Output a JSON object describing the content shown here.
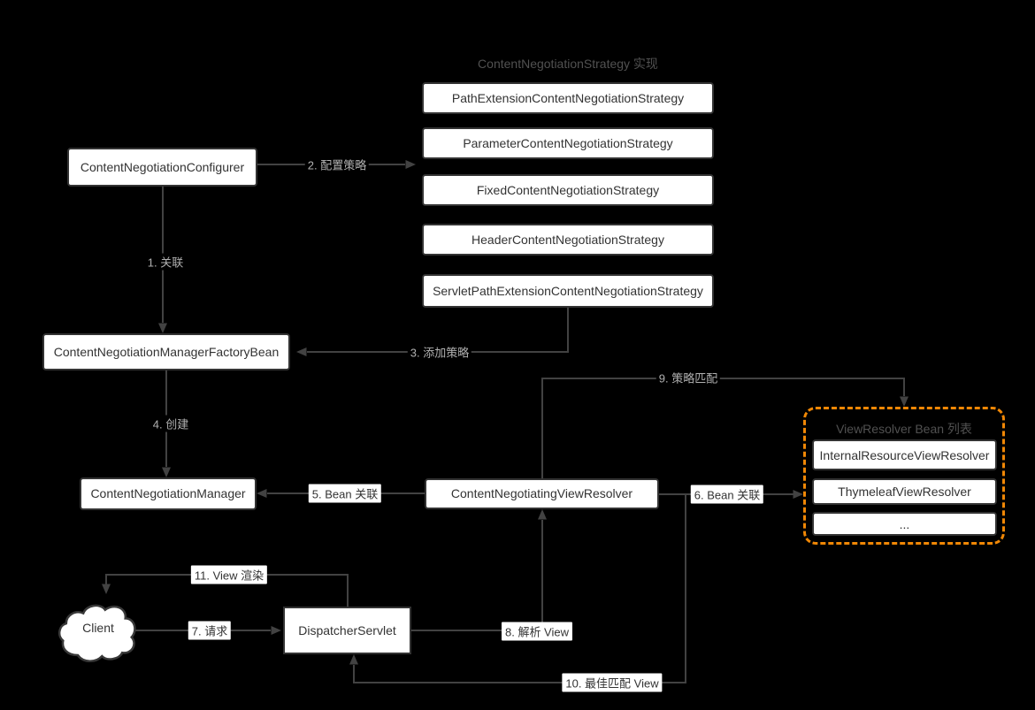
{
  "titles": {
    "strategy_group": "ContentNegotiationStrategy 实现",
    "viewresolver_group": "ViewResolver Bean 列表"
  },
  "colors": {
    "background": "#000000",
    "node_fill": "#ffffff",
    "node_border": "#333333",
    "node_text": "#333333",
    "edge_line": "#424242",
    "plain_label_text": "#b0b0b0",
    "boxed_label_bg": "#ffffff",
    "group_dashed_border": "#f08705",
    "group_title_text": "#515151"
  },
  "nodes": {
    "configurer": {
      "label": "ContentNegotiationConfigurer"
    },
    "strategy_path": {
      "label": "PathExtensionContentNegotiationStrategy"
    },
    "strategy_parameter": {
      "label": "ParameterContentNegotiationStrategy"
    },
    "strategy_fixed": {
      "label": "FixedContentNegotiationStrategy"
    },
    "strategy_header": {
      "label": "HeaderContentNegotiationStrategy"
    },
    "strategy_servlet_path": {
      "label": "ServletPathExtensionContentNegotiationStrategy"
    },
    "factory_bean": {
      "label": "ContentNegotiationManagerFactoryBean"
    },
    "manager": {
      "label": "ContentNegotiationManager"
    },
    "negotiating_view_resolver": {
      "label": "ContentNegotiatingViewResolver"
    },
    "dispatcher_servlet": {
      "label": "DispatcherServlet"
    },
    "client": {
      "label": "Client"
    },
    "internal_resource_view_resolver": {
      "label": "InternalResourceViewResolver"
    },
    "thymeleaf_view_resolver": {
      "label": "ThymeleafViewResolver"
    },
    "more_resolvers": {
      "label": "..."
    }
  },
  "edges": {
    "e1": {
      "label": "1. 关联"
    },
    "e2": {
      "label": "2. 配置策略"
    },
    "e3": {
      "label": "3. 添加策略"
    },
    "e4": {
      "label": "4. 创建"
    },
    "e5": {
      "label": "5. Bean 关联"
    },
    "e6": {
      "label": "6. Bean 关联"
    },
    "e7": {
      "label": "7. 请求"
    },
    "e8": {
      "label": "8. 解析 View"
    },
    "e9": {
      "label": "9. 策略匹配"
    },
    "e10": {
      "label": "10. 最佳匹配 View"
    },
    "e11": {
      "label": "11. View 渲染"
    }
  }
}
